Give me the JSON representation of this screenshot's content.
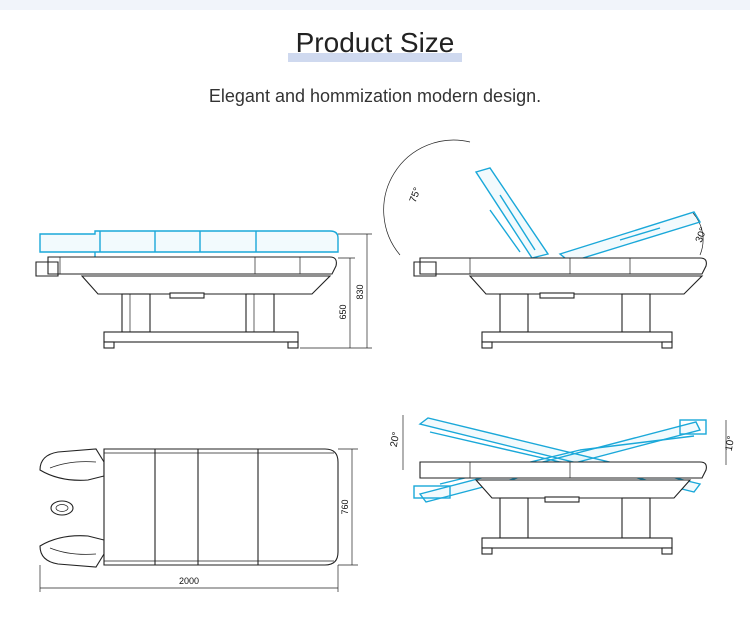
{
  "header": {
    "title": "Product Size",
    "subtitle": "Elegant and  hommization modern design."
  },
  "colors": {
    "line": "#222222",
    "blueprint": "#1aa8d9",
    "title_highlight": "#cfd9ef"
  },
  "views": {
    "side_flat": {
      "dim_height_1": "650",
      "dim_height_2": "830"
    },
    "side_raised": {
      "angle_back": "75°",
      "angle_leg": "30°"
    },
    "top": {
      "dim_width": "760",
      "dim_length": "2000"
    },
    "side_tilt": {
      "angle_head": "20°",
      "angle_foot": "10°"
    }
  }
}
